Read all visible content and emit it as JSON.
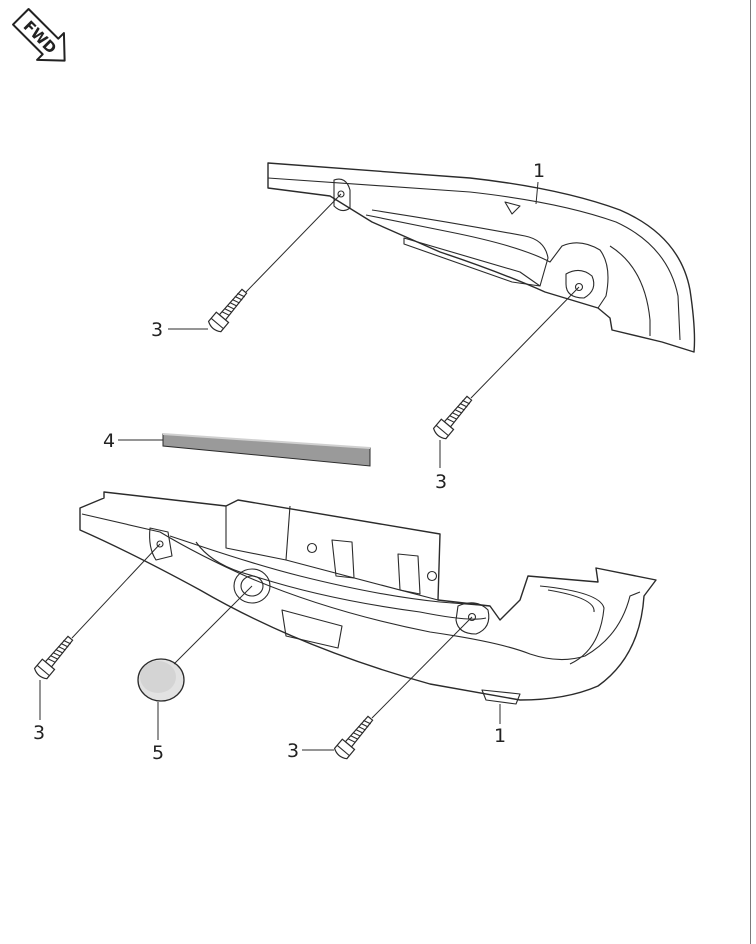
{
  "orientation_badge": {
    "label": "FWD",
    "icon": "fwd-arrow-icon"
  },
  "callouts": {
    "upper_guard": "1",
    "lower_guard": "1",
    "screw_upper_left": "3",
    "screw_upper_right": "3",
    "screw_lower_left": "3",
    "screw_lower_center": "3",
    "rubber_strip": "4",
    "cap_plug": "5"
  }
}
